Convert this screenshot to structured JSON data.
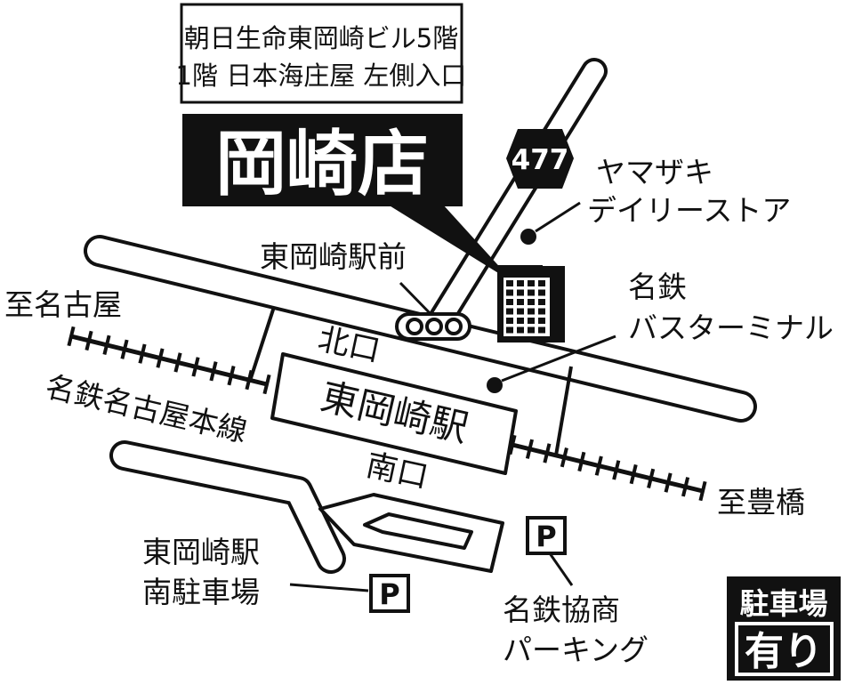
{
  "address_box": {
    "line1": "朝日生命東岡崎ビル5階",
    "line2": "1階 日本海庄屋 左側入口"
  },
  "store_name": "岡崎店",
  "route_number": "477",
  "landmarks": {
    "yamazaki_line1": "ヤマザキ",
    "yamazaki_line2": "デイリーストア",
    "bus_stop": "東岡崎駅前",
    "bus_terminal_line1": "名鉄",
    "bus_terminal_line2": "バスターミナル",
    "station": "東岡崎駅",
    "north_exit": "北口",
    "south_exit": "南口"
  },
  "directions": {
    "to_nagoya": "至名古屋",
    "to_toyohashi": "至豊橋"
  },
  "railway": "名鉄名古屋本線",
  "parking": {
    "south_lot_line1": "東岡崎駅",
    "south_lot_line2": "南駐車場",
    "meitetsu_lot_line1": "名鉄協商",
    "meitetsu_lot_line2": "パーキング",
    "symbol": "P"
  },
  "parking_badge": {
    "line1": "駐車場",
    "line2": "有り"
  },
  "colors": {
    "ink": "#111111",
    "paper": "#ffffff"
  },
  "icons": [
    "building-icon",
    "bus-stop-icon",
    "parking-icon",
    "route-shield-icon"
  ]
}
